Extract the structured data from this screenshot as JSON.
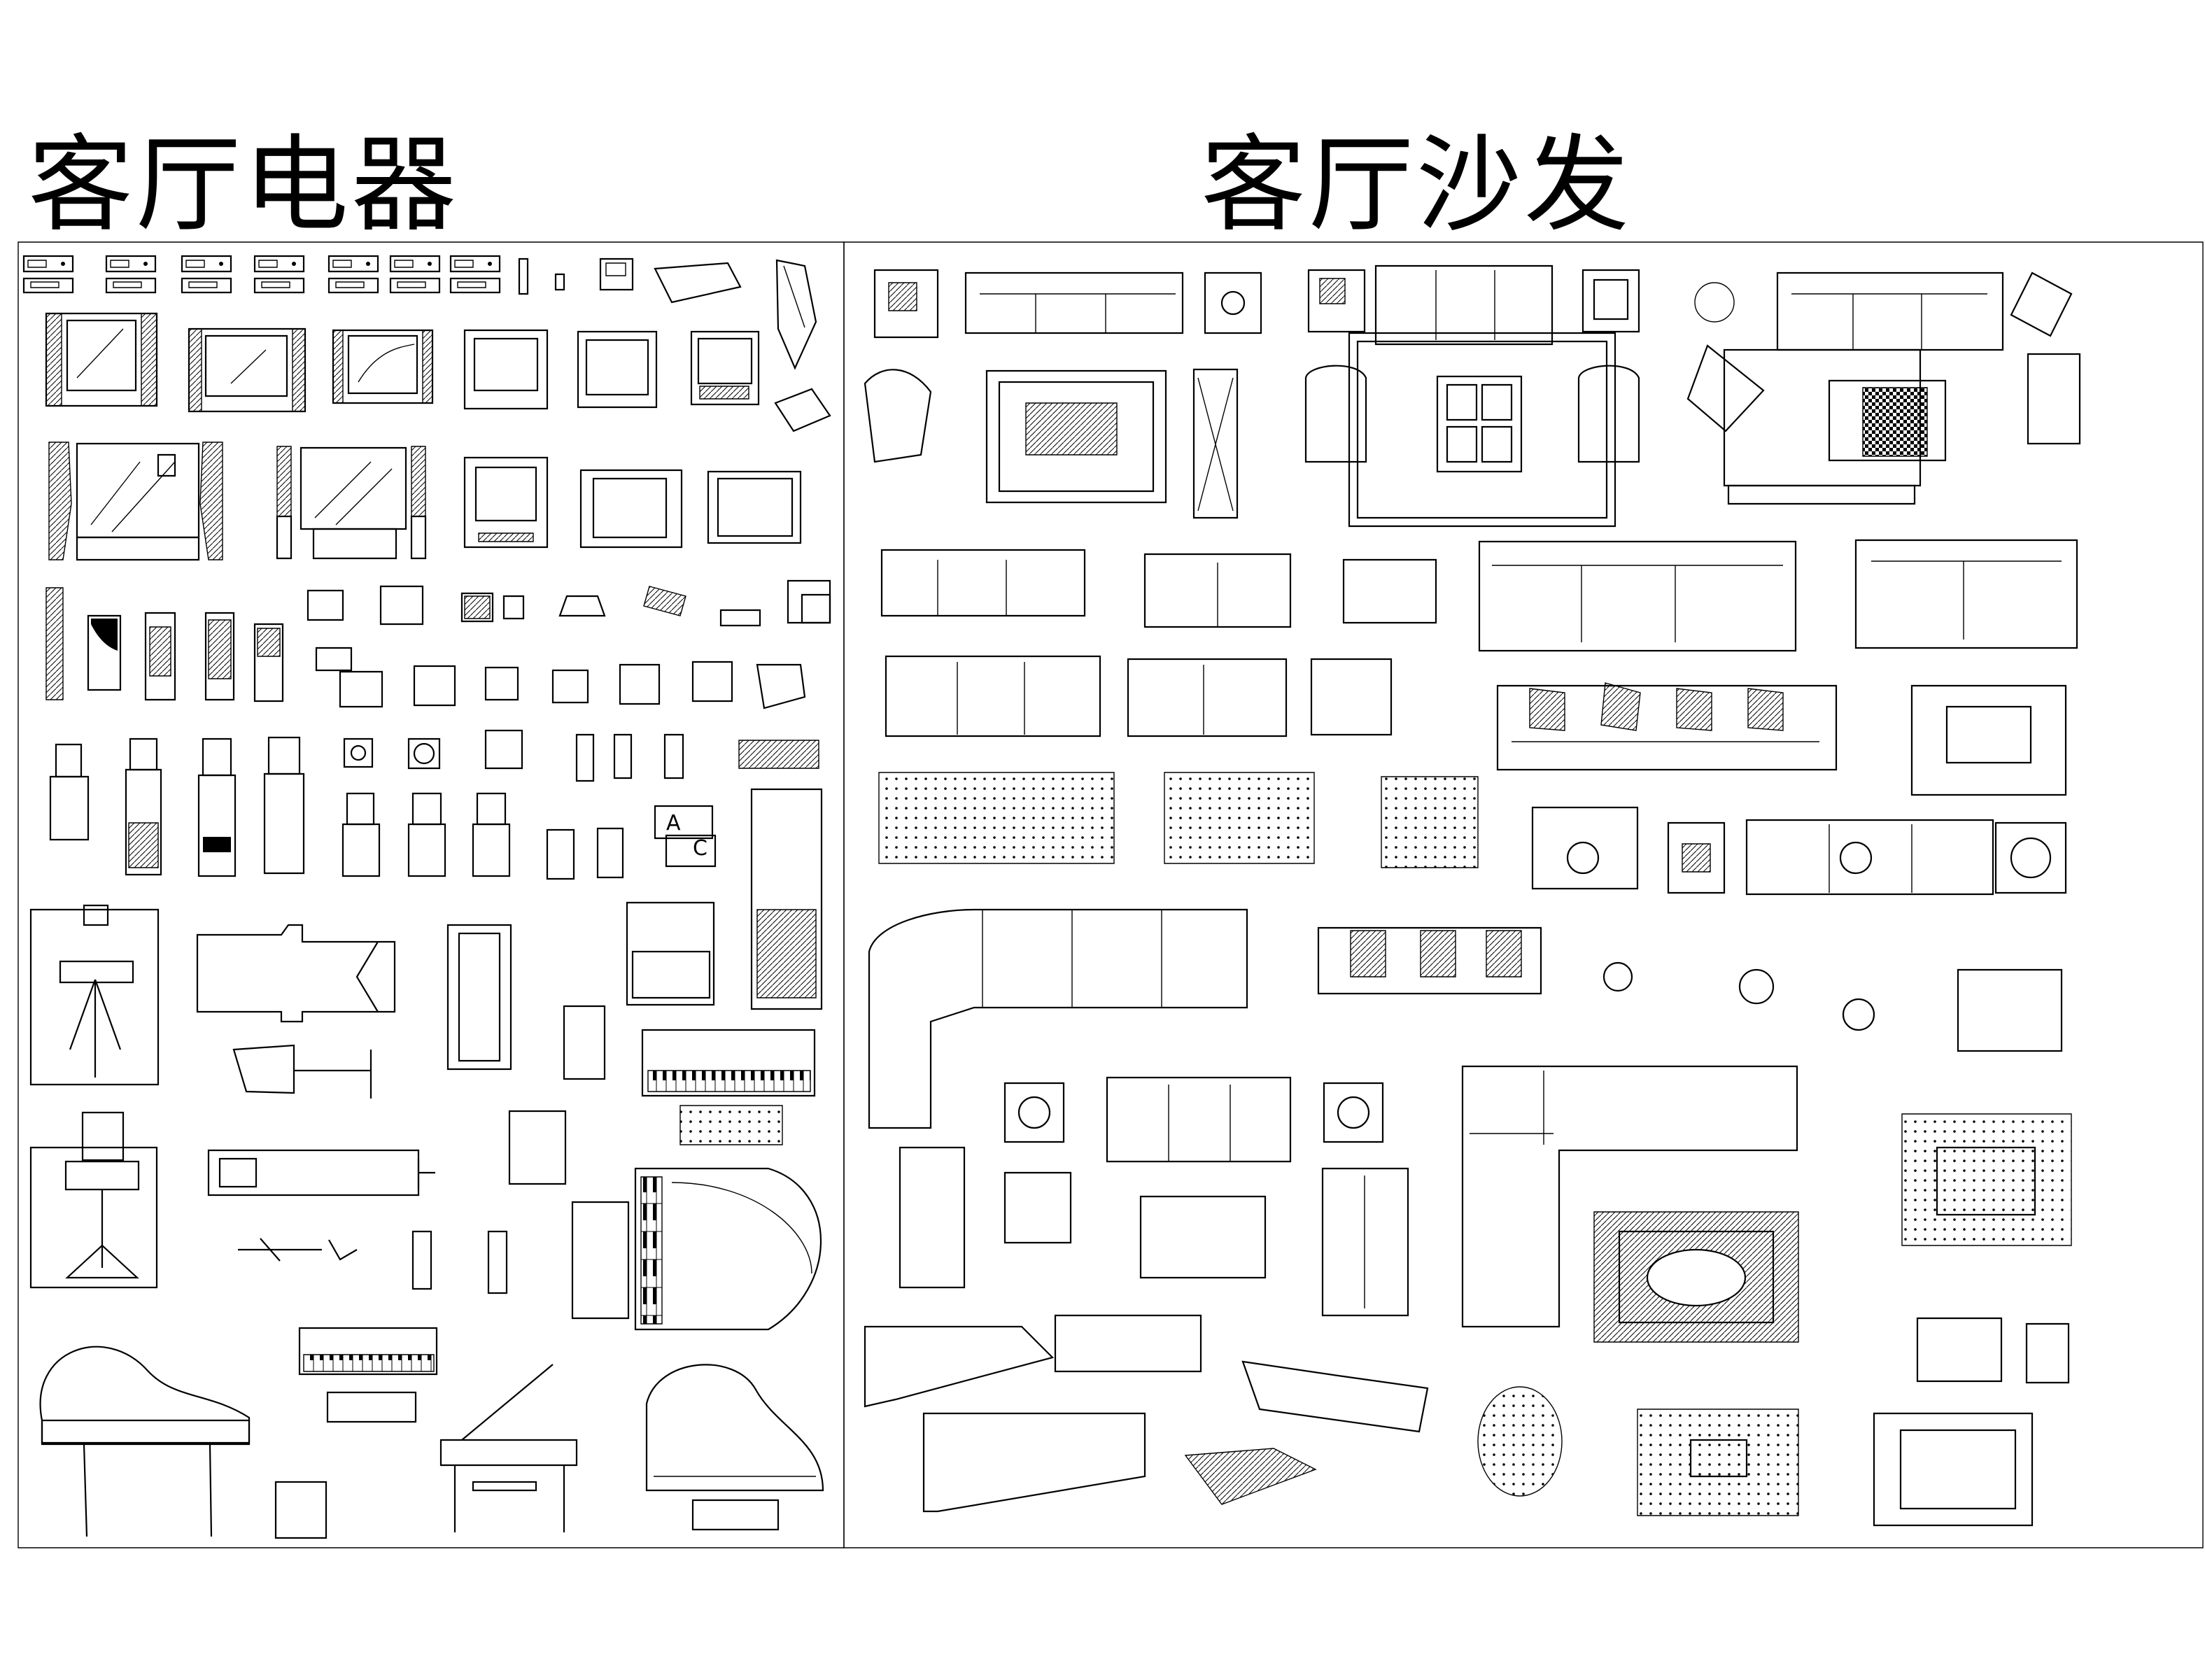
{
  "titles": {
    "left": "客厅电器",
    "right": "客厅沙发"
  },
  "labels": {
    "ac_a": "A",
    "ac_c": "C"
  }
}
